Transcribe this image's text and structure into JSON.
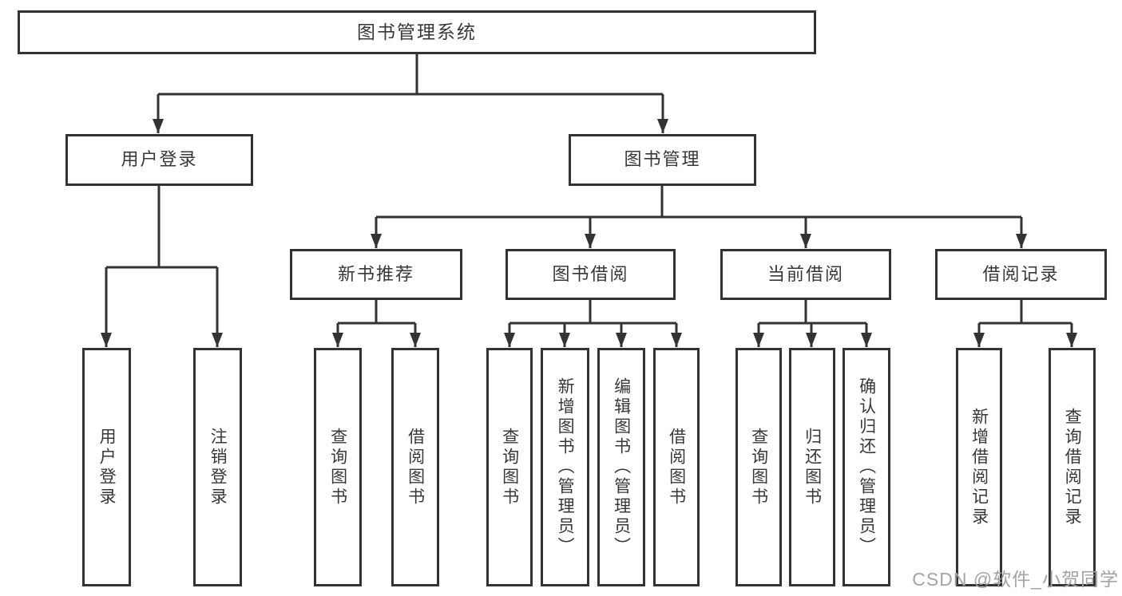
{
  "diagram": {
    "type": "hierarchy",
    "colors": {
      "line": "#333333",
      "box_border": "#333333",
      "box_fill": "#ffffff",
      "text": "#383838",
      "watermark": "#a3a3a3",
      "background": "#ffffff"
    },
    "watermark": "CSDN @软件_小贺同学",
    "tree": {
      "root": {
        "label": "图书管理系统"
      },
      "branches": [
        {
          "label": "用户登录",
          "children": [
            {
              "label": "用户登录"
            },
            {
              "label": "注销登录"
            }
          ]
        },
        {
          "label": "图书管理",
          "children": [
            {
              "label": "新书推荐",
              "children": [
                {
                  "label": "查询图书"
                },
                {
                  "label": "借阅图书"
                }
              ]
            },
            {
              "label": "图书借阅",
              "children": [
                {
                  "label": "查询图书"
                },
                {
                  "label": "新增图书（管理员）"
                },
                {
                  "label": "编辑图书（管理员）"
                },
                {
                  "label": "借阅图书"
                }
              ]
            },
            {
              "label": "当前借阅",
              "children": [
                {
                  "label": "查询图书"
                },
                {
                  "label": "归还图书"
                },
                {
                  "label": "确认归还（管理员）"
                }
              ]
            },
            {
              "label": "借阅记录",
              "children": [
                {
                  "label": "新增借阅记录"
                },
                {
                  "label": "查询借阅记录"
                }
              ]
            }
          ]
        }
      ]
    }
  }
}
